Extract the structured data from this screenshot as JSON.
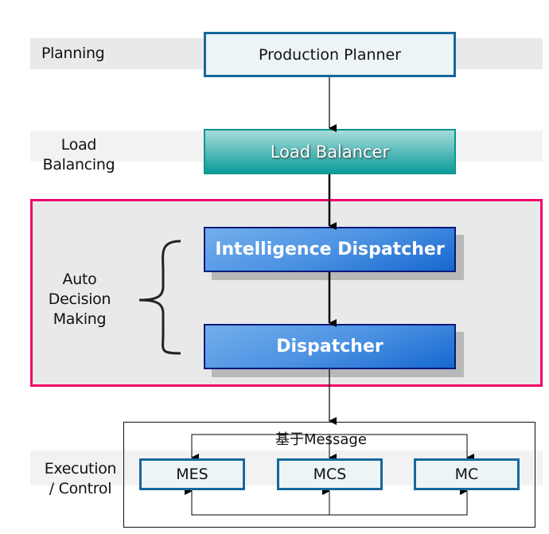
{
  "stages": {
    "planning": "Planning",
    "load_balancing": [
      "Load",
      "Balancing"
    ],
    "auto_decision": [
      "Auto",
      "Decision",
      "Making"
    ],
    "execution": [
      "Execution",
      "/ Control"
    ]
  },
  "nodes": {
    "production_planner": "Production Planner",
    "load_balancer": "Load Balancer",
    "intelligence_dispatcher": "Intelligence Dispatcher",
    "dispatcher": "Dispatcher",
    "message_bus_label": "基于Message",
    "mes": "MES",
    "mcs": "MCS",
    "mc": "MC"
  },
  "colors": {
    "highlight_frame": "#f0066a",
    "light_box_border": "#17689b",
    "teal": "#0c9c99",
    "blue": "#1667cf"
  }
}
